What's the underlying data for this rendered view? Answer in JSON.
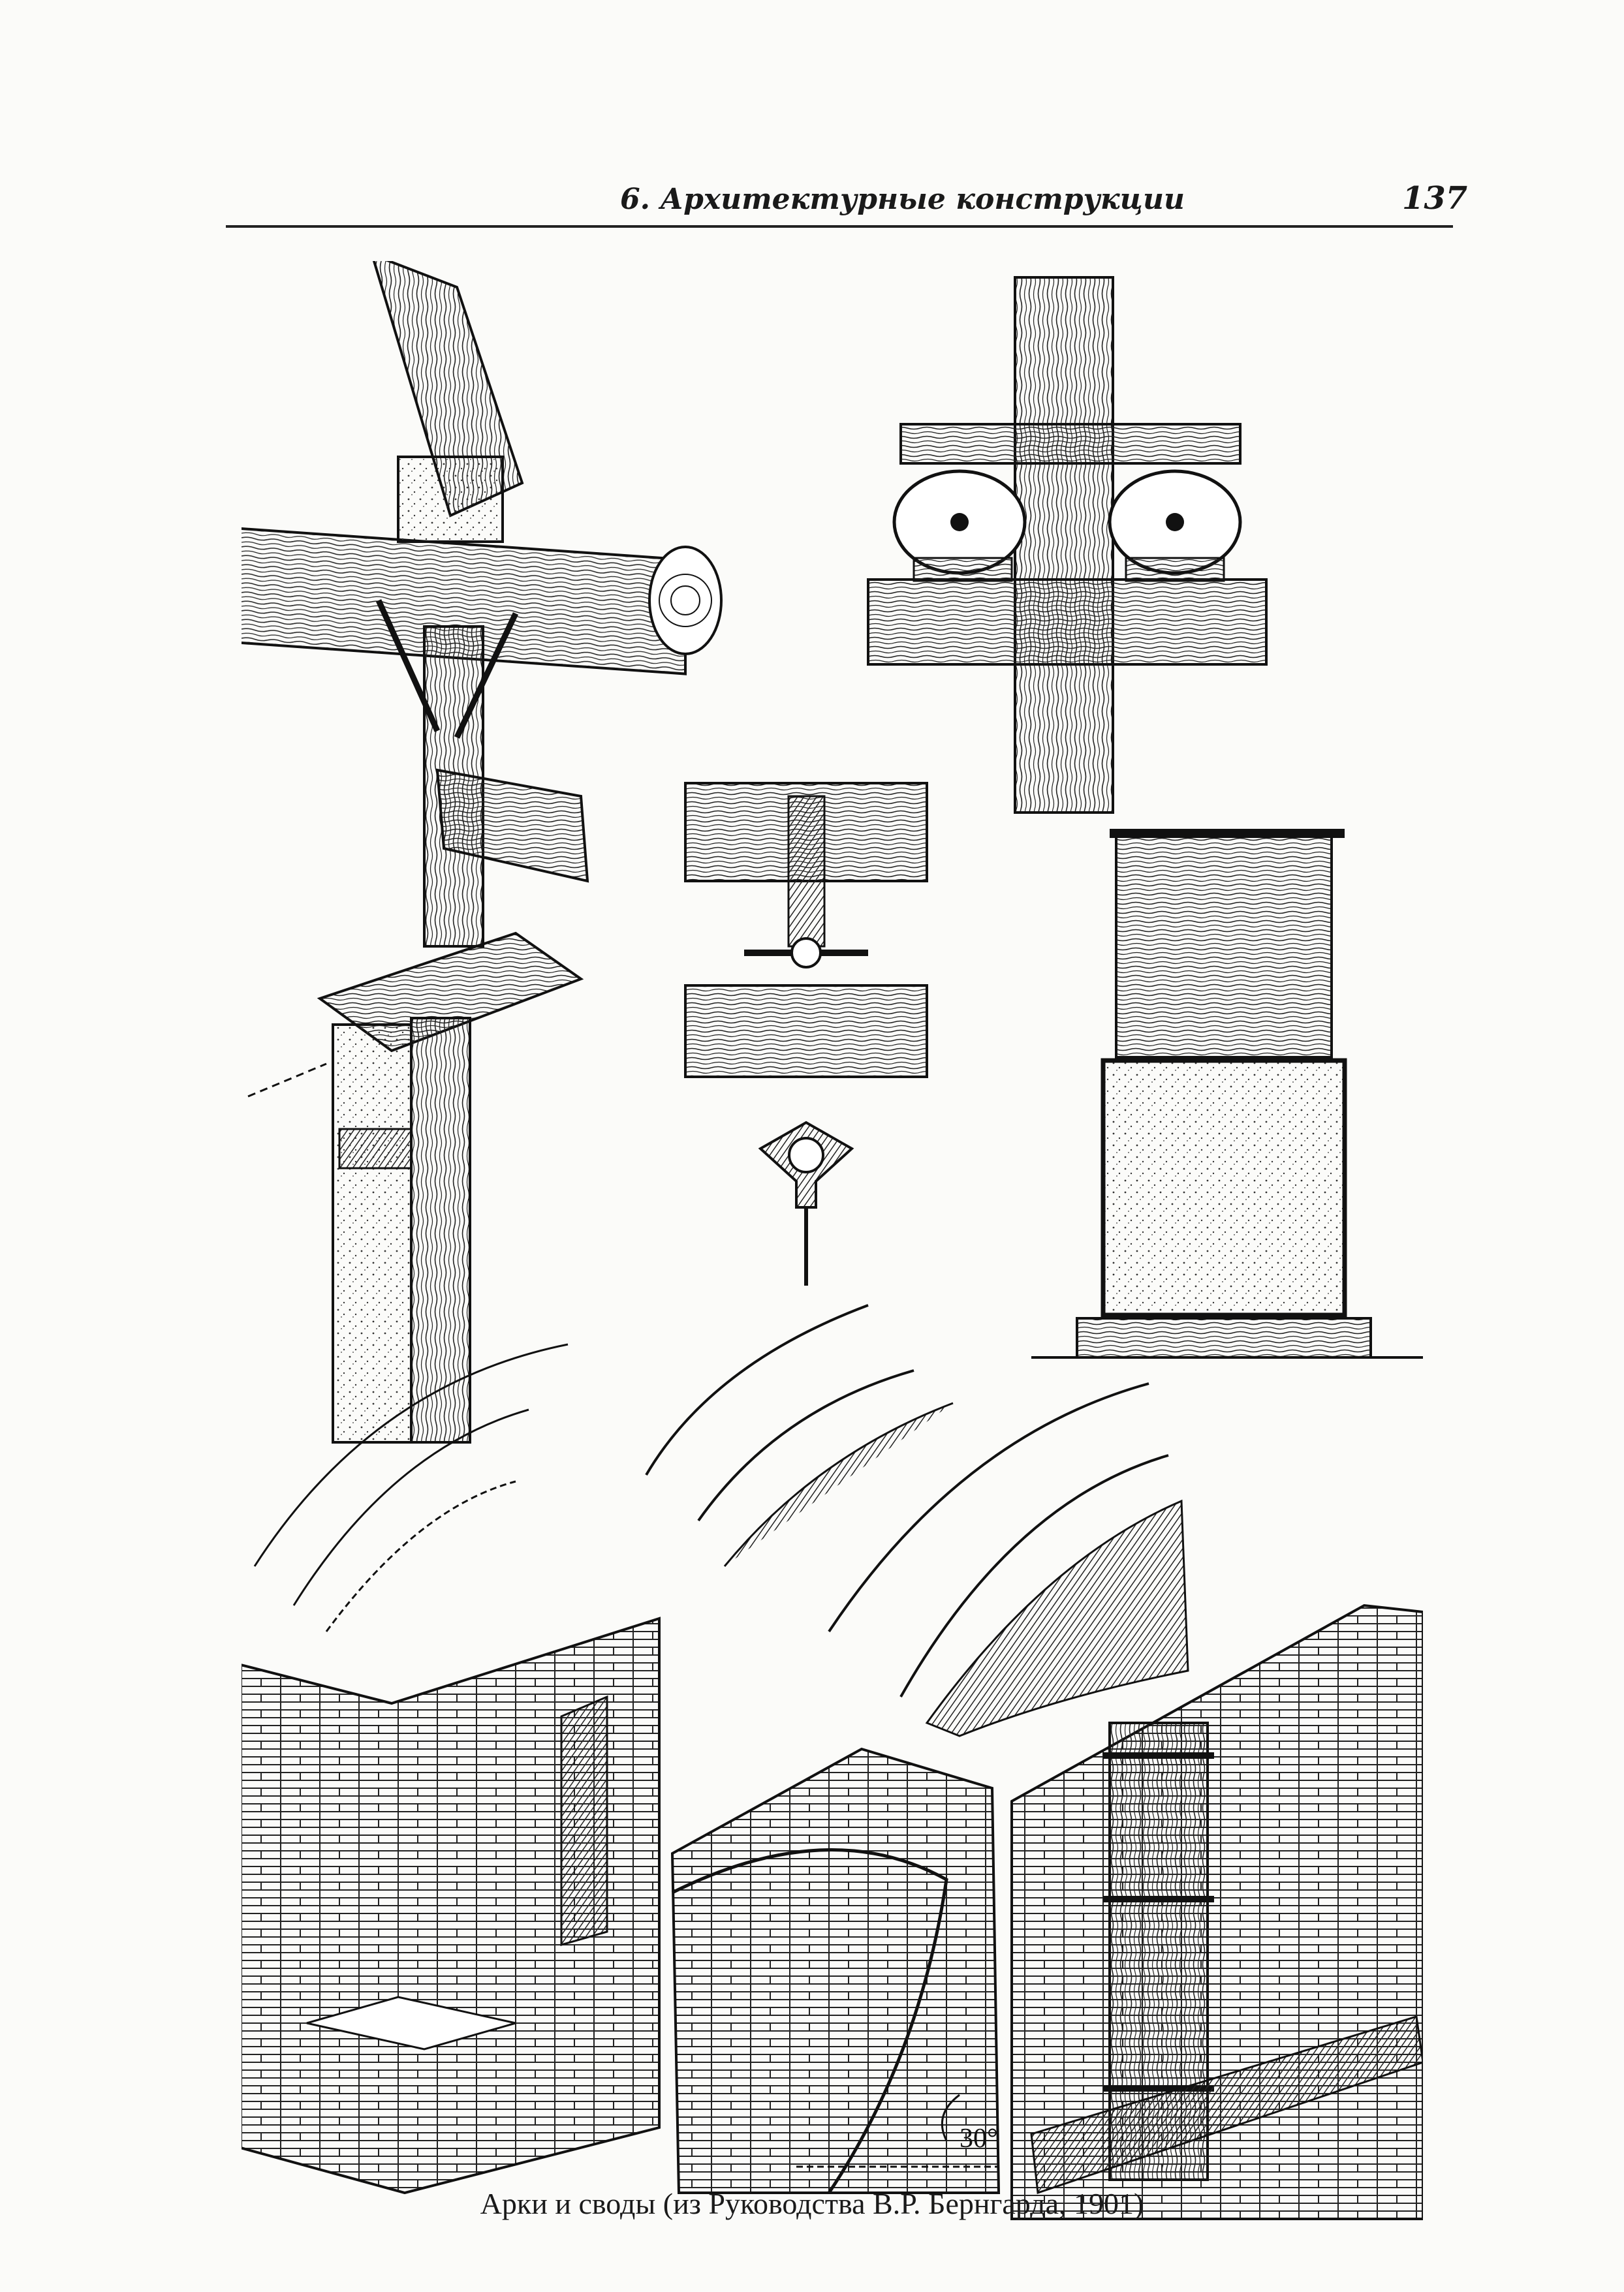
{
  "header": {
    "section_title": "6. Архитектурные конструкции",
    "page_number": "137"
  },
  "figure": {
    "angle_label": "30°",
    "caption": "Арки и своды (из Руководства В.Р. Бернгарда, 1901)"
  },
  "colors": {
    "ink": "#1a1a1a",
    "paper": "#fbfbf9"
  }
}
